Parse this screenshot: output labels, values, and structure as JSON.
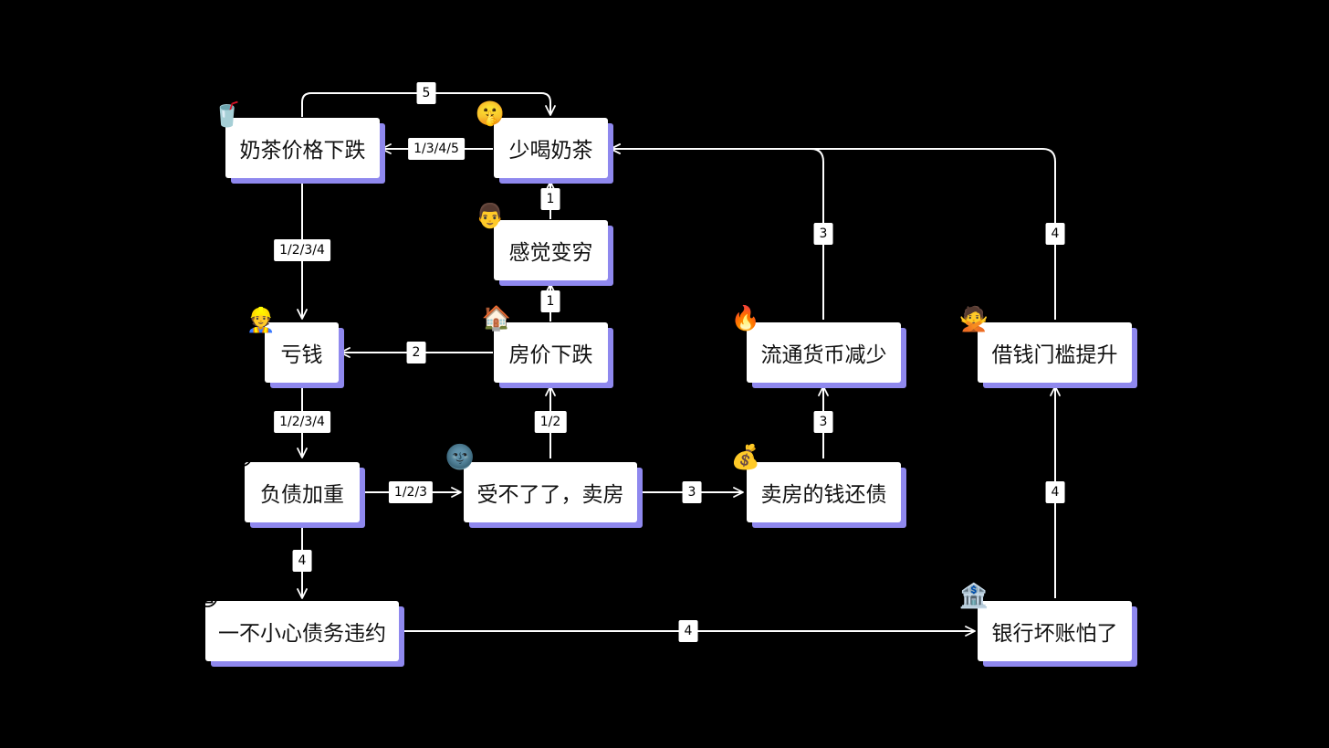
{
  "nodes": {
    "milk_tea_price_drop": {
      "label": "奶茶价格下跌",
      "icon": "cup-with-straw-icon",
      "glyph": "🥤"
    },
    "drink_less_milk_tea": {
      "label": "少喝奶茶",
      "icon": "shushing-face-icon",
      "glyph": "🤫"
    },
    "feel_poorer": {
      "label": "感觉变穷",
      "icon": "man-face-icon",
      "glyph": "👨"
    },
    "lose_money": {
      "label": "亏钱",
      "icon": "construction-worker-icon",
      "glyph": "👷"
    },
    "house_price_drop": {
      "label": "房价下跌",
      "icon": "house-icon",
      "glyph": "🏠"
    },
    "money_supply_decrease": {
      "label": "流通货币减少",
      "icon": "fire-icon",
      "glyph": "🔥"
    },
    "lending_threshold_rise": {
      "label": "借钱门槛提升",
      "icon": "gesturing-no-icon",
      "glyph": "🙅"
    },
    "debt_heavier": {
      "label": "负债加重",
      "icon": "persevering-face-icon",
      "glyph": "😣"
    },
    "sell_house": {
      "label": "受不了了，卖房",
      "icon": "new-moon-face-icon",
      "glyph": "🌚"
    },
    "repay_debt": {
      "label": "卖房的钱还债",
      "icon": "money-bag-icon",
      "glyph": "💰"
    },
    "debt_default": {
      "label": "一不小心债务违约",
      "icon": "fearful-face-icon",
      "glyph": "😨"
    },
    "bank_bad_debt": {
      "label": "银行坏账怕了",
      "icon": "bank-icon",
      "glyph": "🏦"
    }
  },
  "edges": [
    {
      "from": "milk_tea_price_drop",
      "to": "drink_less_milk_tea",
      "label": "5"
    },
    {
      "from": "drink_less_milk_tea",
      "to": "milk_tea_price_drop",
      "label": "1/3/4/5"
    },
    {
      "from": "feel_poorer",
      "to": "drink_less_milk_tea",
      "label": "1"
    },
    {
      "from": "house_price_drop",
      "to": "feel_poorer",
      "label": "1"
    },
    {
      "from": "milk_tea_price_drop",
      "to": "lose_money",
      "label": "1/2/3/4"
    },
    {
      "from": "house_price_drop",
      "to": "lose_money",
      "label": "2"
    },
    {
      "from": "lose_money",
      "to": "debt_heavier",
      "label": "1/2/3/4"
    },
    {
      "from": "debt_heavier",
      "to": "sell_house",
      "label": "1/2/3"
    },
    {
      "from": "sell_house",
      "to": "house_price_drop",
      "label": "1/2"
    },
    {
      "from": "sell_house",
      "to": "repay_debt",
      "label": "3"
    },
    {
      "from": "repay_debt",
      "to": "money_supply_decrease",
      "label": "3"
    },
    {
      "from": "money_supply_decrease",
      "to": "drink_less_milk_tea",
      "label": "3"
    },
    {
      "from": "lending_threshold_rise",
      "to": "drink_less_milk_tea",
      "label": "4"
    },
    {
      "from": "debt_heavier",
      "to": "debt_default",
      "label": "4"
    },
    {
      "from": "debt_default",
      "to": "bank_bad_debt",
      "label": "4"
    },
    {
      "from": "bank_bad_debt",
      "to": "lending_threshold_rise",
      "label": "4"
    }
  ]
}
